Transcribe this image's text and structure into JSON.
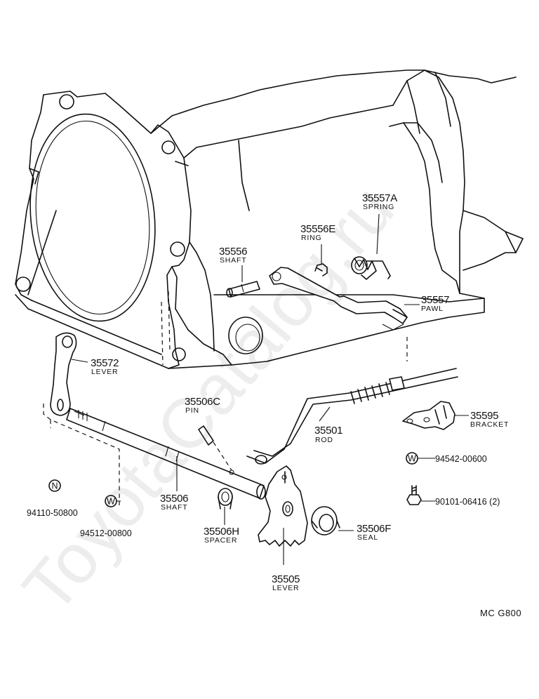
{
  "watermark": "ToyotaCatalog.ru",
  "diagram_code": "MC  G800",
  "parts": [
    {
      "id": "35557A",
      "name": "SPRING"
    },
    {
      "id": "35556E",
      "name": "RING"
    },
    {
      "id": "35556",
      "name": "SHAFT"
    },
    {
      "id": "35557",
      "name": "PAWL"
    },
    {
      "id": "35572",
      "name": "LEVER"
    },
    {
      "id": "35506C",
      "name": "PIN"
    },
    {
      "id": "35595",
      "name": "BRACKET"
    },
    {
      "id": "35501",
      "name": "ROD"
    },
    {
      "id": "35506",
      "name": "SHAFT"
    },
    {
      "id": "35506H",
      "name": "SPACER"
    },
    {
      "id": "35506F",
      "name": "SEAL"
    },
    {
      "id": "35505",
      "name": "LEVER"
    }
  ],
  "fasteners": [
    {
      "number": "94542-00600",
      "symbol": "W"
    },
    {
      "number": "90101-06416 (2)",
      "symbol": ""
    },
    {
      "number": "94110-50800",
      "symbol": "N"
    },
    {
      "number": "94512-00800",
      "symbol": "W"
    }
  ]
}
